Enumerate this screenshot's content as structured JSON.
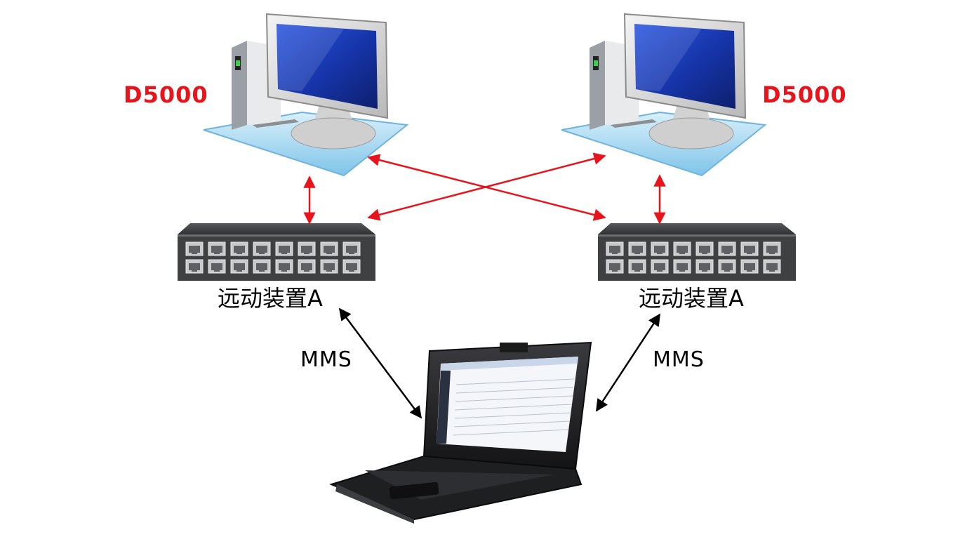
{
  "colors": {
    "label_red": "#e8141b",
    "arrow_red": "#e8141b",
    "arrow_black": "#000000",
    "screen_blue": "#1d3fb8",
    "switch_body": "#3f4042"
  },
  "nodes": {
    "pc_left": {
      "label": "D5000",
      "icon": "desktop-computer-icon"
    },
    "pc_right": {
      "label": "D5000",
      "icon": "desktop-computer-icon"
    },
    "switch_left": {
      "label": "远动装置A",
      "icon": "network-switch-icon"
    },
    "switch_right": {
      "label": "远动装置A",
      "icon": "network-switch-icon"
    },
    "laptop": {
      "icon": "rugged-laptop-icon"
    }
  },
  "links": {
    "mms_left": "MMS",
    "mms_right": "MMS"
  }
}
